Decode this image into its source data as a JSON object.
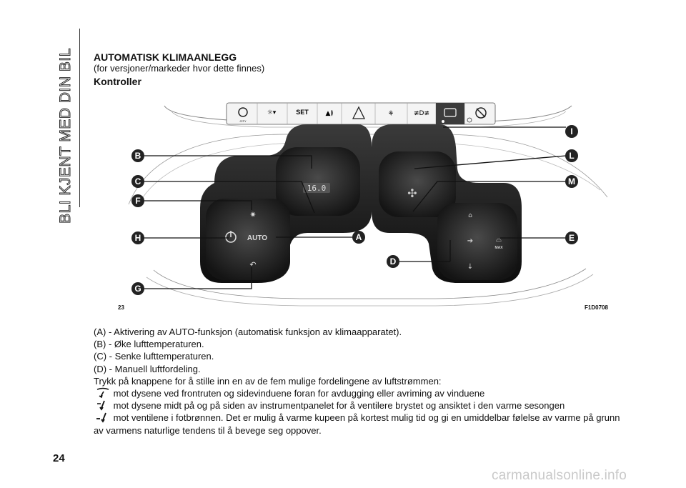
{
  "side_tab": "BLI KJENT MED DIN BIL",
  "header": {
    "title": "AUTOMATISK KLIMAANLEGG",
    "subtitle": "(for versjoner/markeder hvor dette finnes)",
    "section": "Kontroller"
  },
  "figure": {
    "number": "23",
    "code": "F1D0708",
    "display_value": "16.0",
    "auto_label": "AUTO",
    "max_label": "MAX",
    "set_label": "SET",
    "city_label": "CITY",
    "callouts": [
      "A",
      "B",
      "C",
      "D",
      "E",
      "F",
      "G",
      "H",
      "I",
      "L",
      "M"
    ]
  },
  "body": {
    "items": [
      "(A) - Aktivering av AUTO-funksjon (automatisk funksjon av klimaapparatet).",
      "(B) - Øke lufttemperaturen.",
      "(C) - Senke lufttemperaturen.",
      "(D) - Manuell luftfordeling."
    ],
    "intro": "Trykk på knappene for å stille inn en av de fem mulige fordelingene av luftstrømmen:",
    "modes": [
      {
        "icon": "windshield-feet-airflow-icon",
        "text": "mot dysene ved frontruten og sidevinduene foran for avdugging eller avriming av vinduene"
      },
      {
        "icon": "dashboard-airflow-icon",
        "text": "mot dysene midt på og på siden av instrumentpanelet for å ventilere brystet og ansiktet i den varme sesongen"
      },
      {
        "icon": "feet-airflow-icon",
        "text": "mot ventilene i fotbrønnen. Det er mulig å varme kupeen på kortest mulig tid og gi en umiddelbar følelse av varme på grunn av varmens naturlige tendens til å bevege seg oppover."
      }
    ]
  },
  "page_number": "24",
  "watermark": "carmanualsonline.info"
}
